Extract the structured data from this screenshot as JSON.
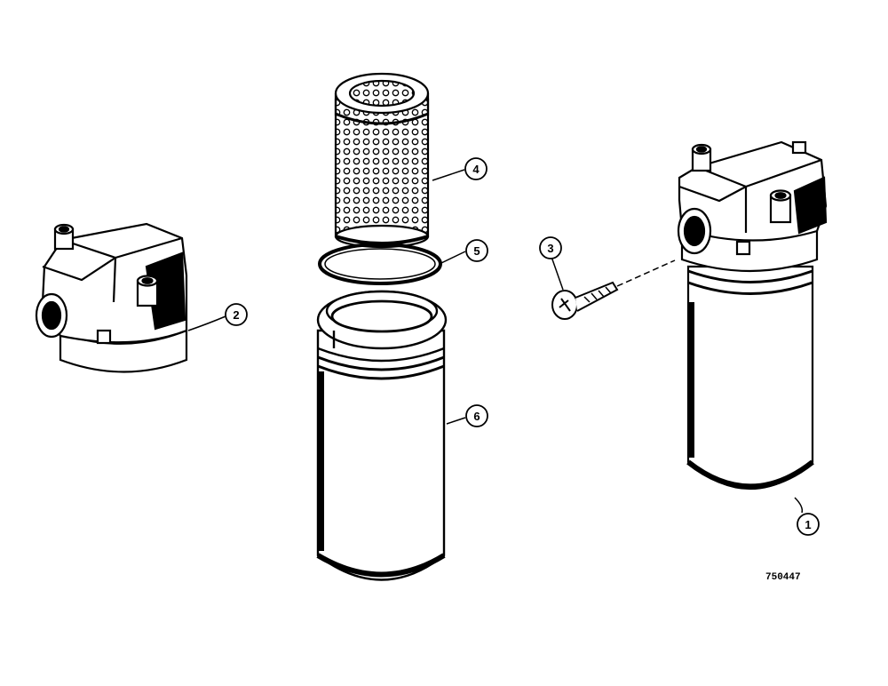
{
  "figure_id": "750447",
  "callouts": {
    "c1": "1",
    "c2": "2",
    "c3": "3",
    "c4": "4",
    "c5": "5",
    "c6": "6"
  },
  "colors": {
    "ink": "#000000",
    "paper": "#ffffff"
  }
}
